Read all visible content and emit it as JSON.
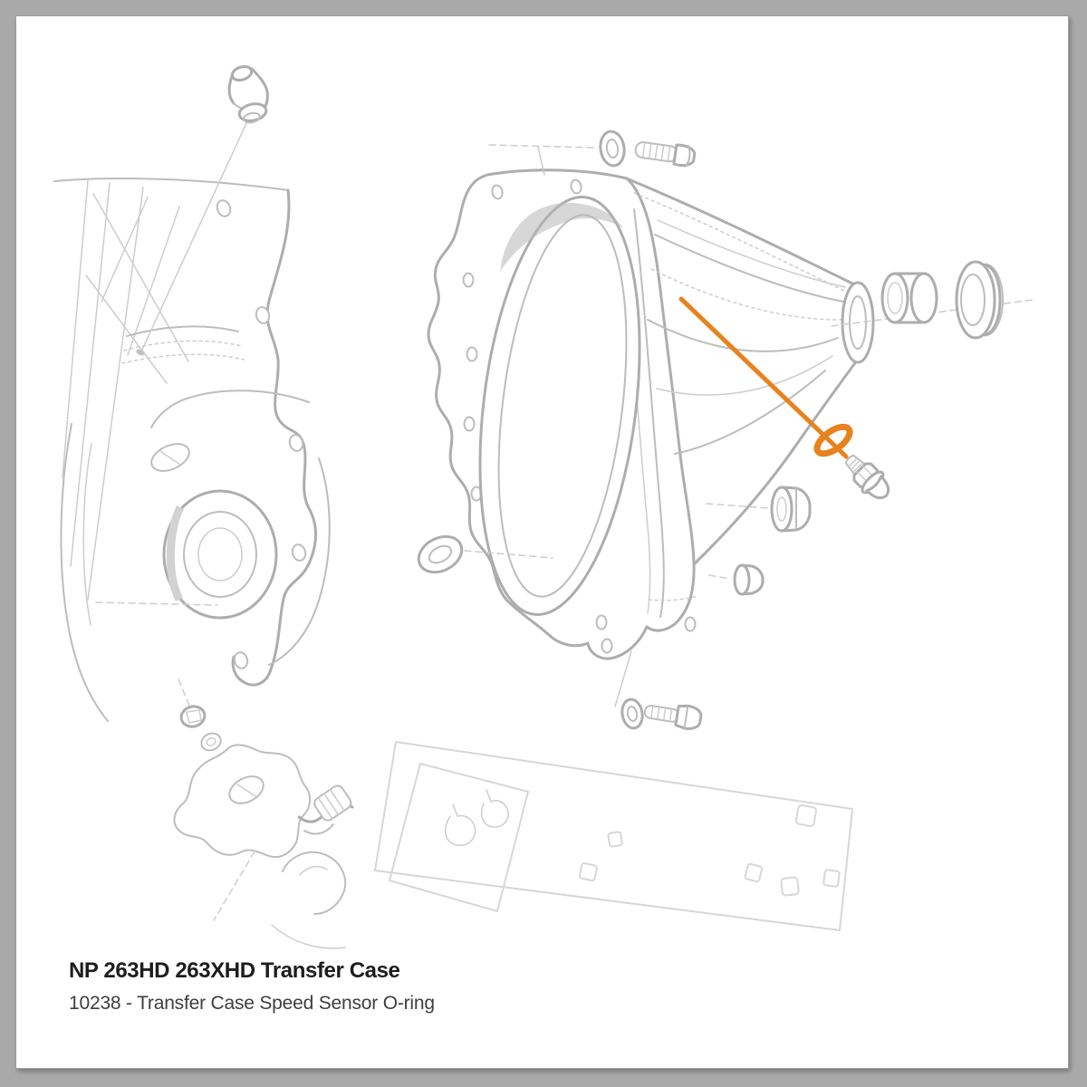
{
  "page": {
    "background_color": "#a9a9a9"
  },
  "card": {
    "background_color": "#ffffff"
  },
  "caption": {
    "title": "NP 263HD 263XHD Transfer Case",
    "subtitle": "10238 - Transfer Case Speed Sensor O-ring"
  },
  "highlight": {
    "color": "#e8821e",
    "part_number": "10238",
    "part": "Transfer Case Speed Sensor O-ring"
  },
  "illustration": {
    "line_color": "#b0b0b0",
    "faint_line_color": "#d7d7d7",
    "parts_depicted": [
      "vent-fitting",
      "front-case-half",
      "oil-pump",
      "rear-case-cover",
      "tail-housing",
      "output-bushing",
      "output-seal",
      "cover-washer",
      "cover-bolt",
      "cover-o-ring",
      "drain-plug",
      "fill-plug",
      "speed-sensor",
      "speed-sensor-o-ring",
      "lower-washer",
      "lower-bolt",
      "mount-plate"
    ]
  }
}
